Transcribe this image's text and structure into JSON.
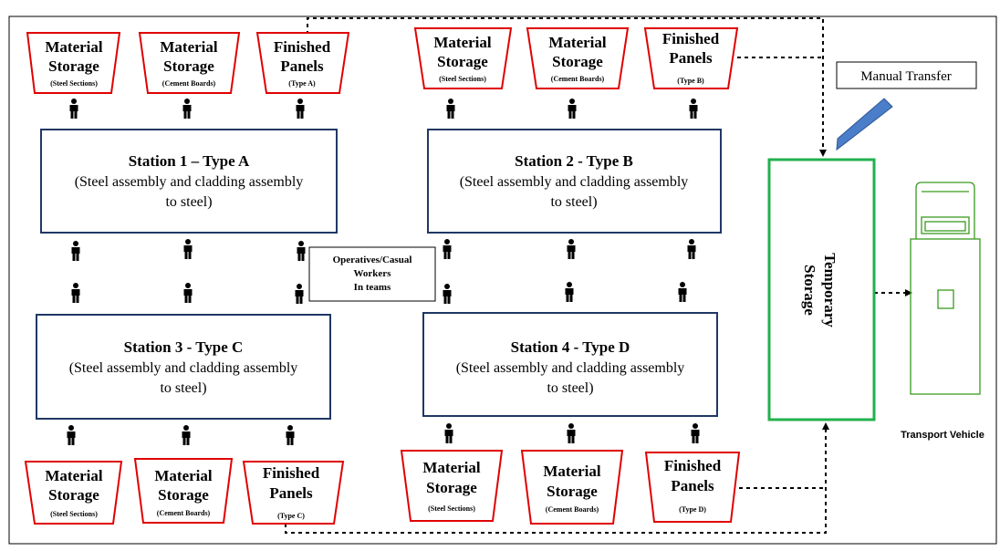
{
  "colors": {
    "storage_border": "#e00000",
    "station_border": "#1f3864",
    "temp_storage_border": "#22b14c",
    "vehicle_stroke": "#3a9a1e",
    "arrow_blue": "#4a7ec8",
    "figure": "#000000"
  },
  "storage_units": {
    "steel_title": [
      "Material",
      "Storage"
    ],
    "steel_sub": "(Steel Sections)",
    "cement_title": [
      "Material",
      "Storage"
    ],
    "cement_sub": "(Cement Boards)",
    "panels_title": [
      "Finished",
      "Panels"
    ],
    "panels_a_sub": "(Type A)",
    "panels_b_sub": "(Type B)",
    "panels_c_sub": "(Type C)",
    "panels_d_sub": "(Type D)"
  },
  "stations": [
    {
      "title": "Station 1 – Type A",
      "desc": [
        "(Steel assembly and cladding assembly",
        "to steel)"
      ]
    },
    {
      "title": "Station 2 - Type B",
      "desc": [
        "(Steel assembly and cladding assembly",
        "to steel)"
      ]
    },
    {
      "title": "Station 3 - Type C",
      "desc": [
        "(Steel assembly and cladding assembly",
        "to steel)"
      ]
    },
    {
      "title": "Station 4 - Type D",
      "desc": [
        "(Steel assembly and cladding assembly",
        "to steel)"
      ]
    }
  ],
  "operatives_label": [
    "Operatives/Casual",
    "Workers",
    "In teams"
  ],
  "manual_transfer_label": "Manual Transfer",
  "temporary_storage_label": [
    "Temporary",
    "Storage"
  ],
  "transport_vehicle_label": "Transport Vehicle"
}
